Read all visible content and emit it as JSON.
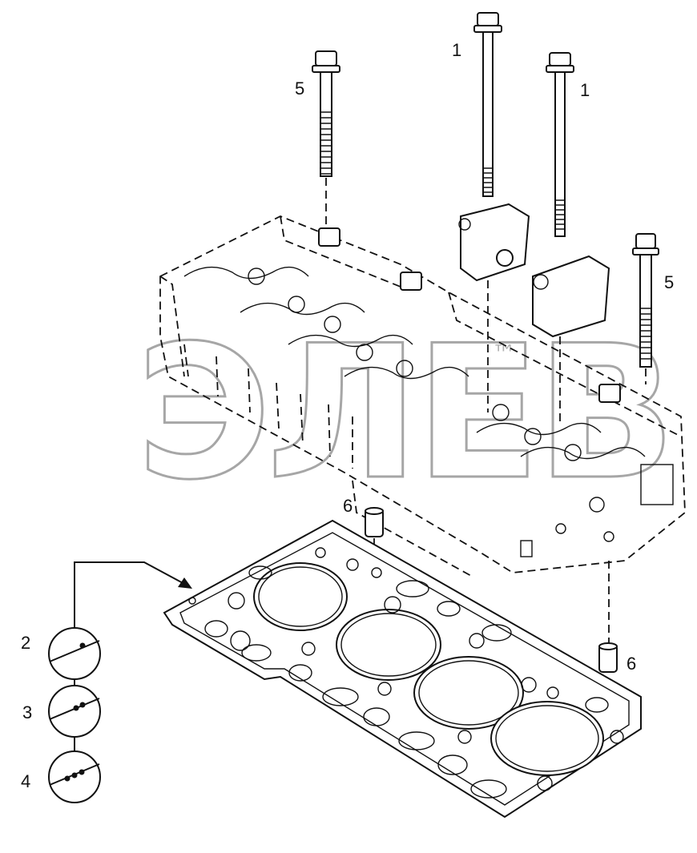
{
  "callouts": {
    "bolt_left_label": "5",
    "bolt_mid_label": "1",
    "bolt_right_inner_label": "1",
    "bolt_right_label": "5",
    "dowel_top_label": "6",
    "dowel_bottom_label": "6",
    "gasket_variant_1_label": "2",
    "gasket_variant_2_label": "3",
    "gasket_variant_3_label": "4"
  },
  "watermark": {
    "text": "ЭЛЕВ",
    "trademark": "™"
  },
  "icons": {
    "head_bolt": "head-bolt-icon",
    "dowel": "dowel-pin-icon",
    "variant": "gasket-thickness-icon"
  },
  "colors": {
    "line": "#111111",
    "watermark": "#a6a6a6",
    "background": "#ffffff"
  }
}
